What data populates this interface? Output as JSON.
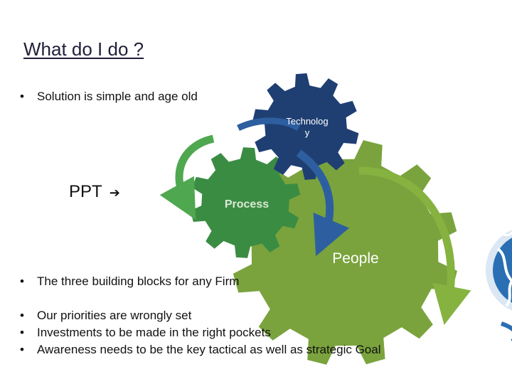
{
  "slide": {
    "title": "What do I do ?",
    "bullet_top": "Solution is simple and age old",
    "bullet_middle": "The three building blocks for any Firm",
    "bullets_bottom": [
      "Our priorities are wrongly set",
      "Investments to be made in the right pockets",
      "Awareness needs to be the key tactical as well as strategic Goal"
    ],
    "ppt_label": "PPT",
    "ppt_arrow": "➔"
  },
  "gears": {
    "technology": {
      "line1": "Technolog",
      "line2": "y"
    },
    "process": "Process",
    "people": "People"
  },
  "colors": {
    "title": "#1f1f3a",
    "technology_gear": "#1f3f73",
    "process_gear": "#3b8c43",
    "people_gear": "#7aa33d",
    "arrow_green": "#4fa84f",
    "arrow_lightgreen": "#86b340",
    "arrow_blue": "#2d5fa0"
  }
}
